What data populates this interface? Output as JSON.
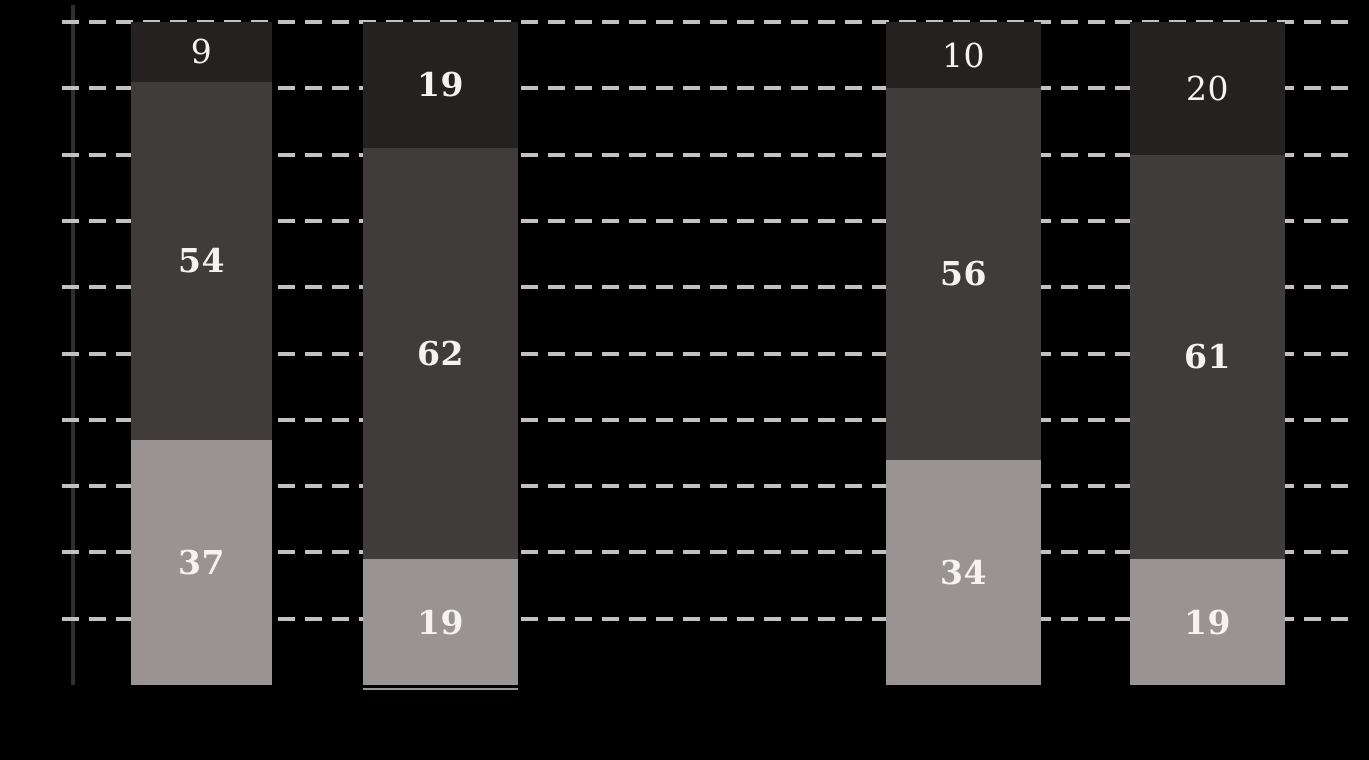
{
  "chart_data": {
    "type": "bar",
    "subtype": "100-percent-stacked-column",
    "title": "",
    "xlabel": "",
    "ylabel": "",
    "ylim": [
      0,
      100
    ],
    "gridline_values": [
      100,
      90,
      80,
      70,
      60,
      50,
      40,
      30,
      20,
      10
    ],
    "grid_style": "dashed",
    "legend_position": "none",
    "axis_tick_labels_visible": false,
    "colors": {
      "background": "#000000",
      "segment_top": "#242120",
      "segment_middle": "#403c3b",
      "segment_bottom": "#999394",
      "gridline": "#c2c0c0",
      "axis_line": "#2f2f2f",
      "value_label": "#f5f2ef",
      "emphasis_underline": "#9b9595"
    },
    "bars": [
      {
        "emphasized": false,
        "segments": [
          {
            "value": 9,
            "bold": false
          },
          {
            "value": 54,
            "bold": true
          },
          {
            "value": 37,
            "bold": true
          }
        ]
      },
      {
        "emphasized": true,
        "segments": [
          {
            "value": 19,
            "bold": true
          },
          {
            "value": 62,
            "bold": true
          },
          {
            "value": 19,
            "bold": true
          }
        ]
      },
      {
        "emphasized": false,
        "segments": [
          {
            "value": 10,
            "bold": false
          },
          {
            "value": 56,
            "bold": true
          },
          {
            "value": 34,
            "bold": true
          }
        ]
      },
      {
        "emphasized": false,
        "segments": [
          {
            "value": 20,
            "bold": false
          },
          {
            "value": 61,
            "bold": true
          },
          {
            "value": 19,
            "bold": true
          }
        ]
      }
    ]
  }
}
